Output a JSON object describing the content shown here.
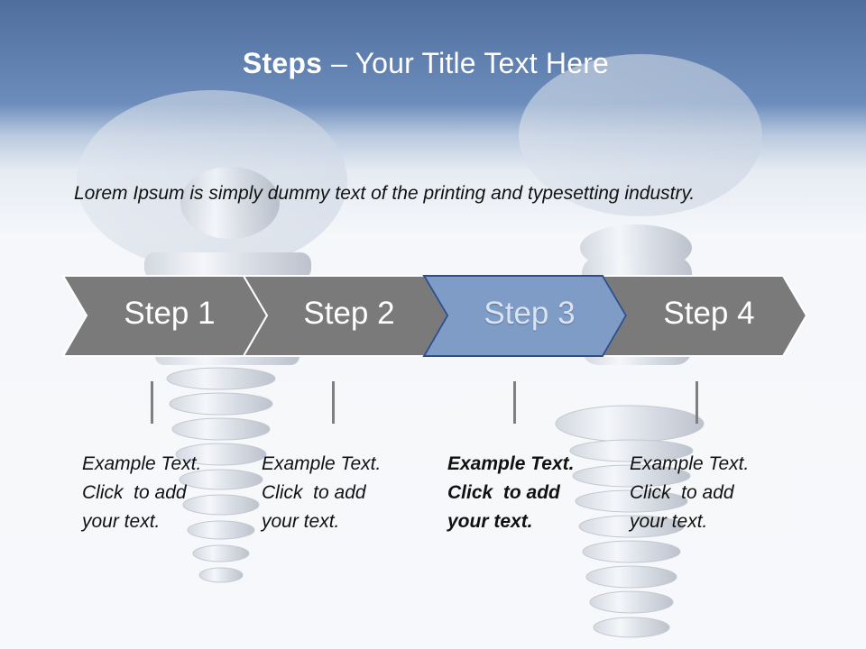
{
  "title": {
    "bold": "Steps",
    "rest": "– Your Title Text Here"
  },
  "intro_text": "Lorem Ipsum is simply dummy text of the printing and typesetting industry.",
  "steps": [
    {
      "label": "Step 1",
      "text_lines": [
        "Example Text.",
        "Click  to add",
        "your text."
      ],
      "active": false
    },
    {
      "label": "Step 2",
      "text_lines": [
        "Example Text.",
        "Click  to add",
        "your text."
      ],
      "active": false
    },
    {
      "label": "Step 3",
      "text_lines": [
        "Example Text.",
        "Click  to add",
        "your text."
      ],
      "active": true
    },
    {
      "label": "Step 4",
      "text_lines": [
        "Example Text.",
        "Click  to add",
        "your text."
      ],
      "active": false
    }
  ],
  "colors": {
    "step_inactive": "#7a7a7a",
    "step_active": "#7f9cc6",
    "step_active_border": "#2f4f8a",
    "title_band": "#5a79a8"
  },
  "icons": [
    "dental-implant-illustration"
  ]
}
